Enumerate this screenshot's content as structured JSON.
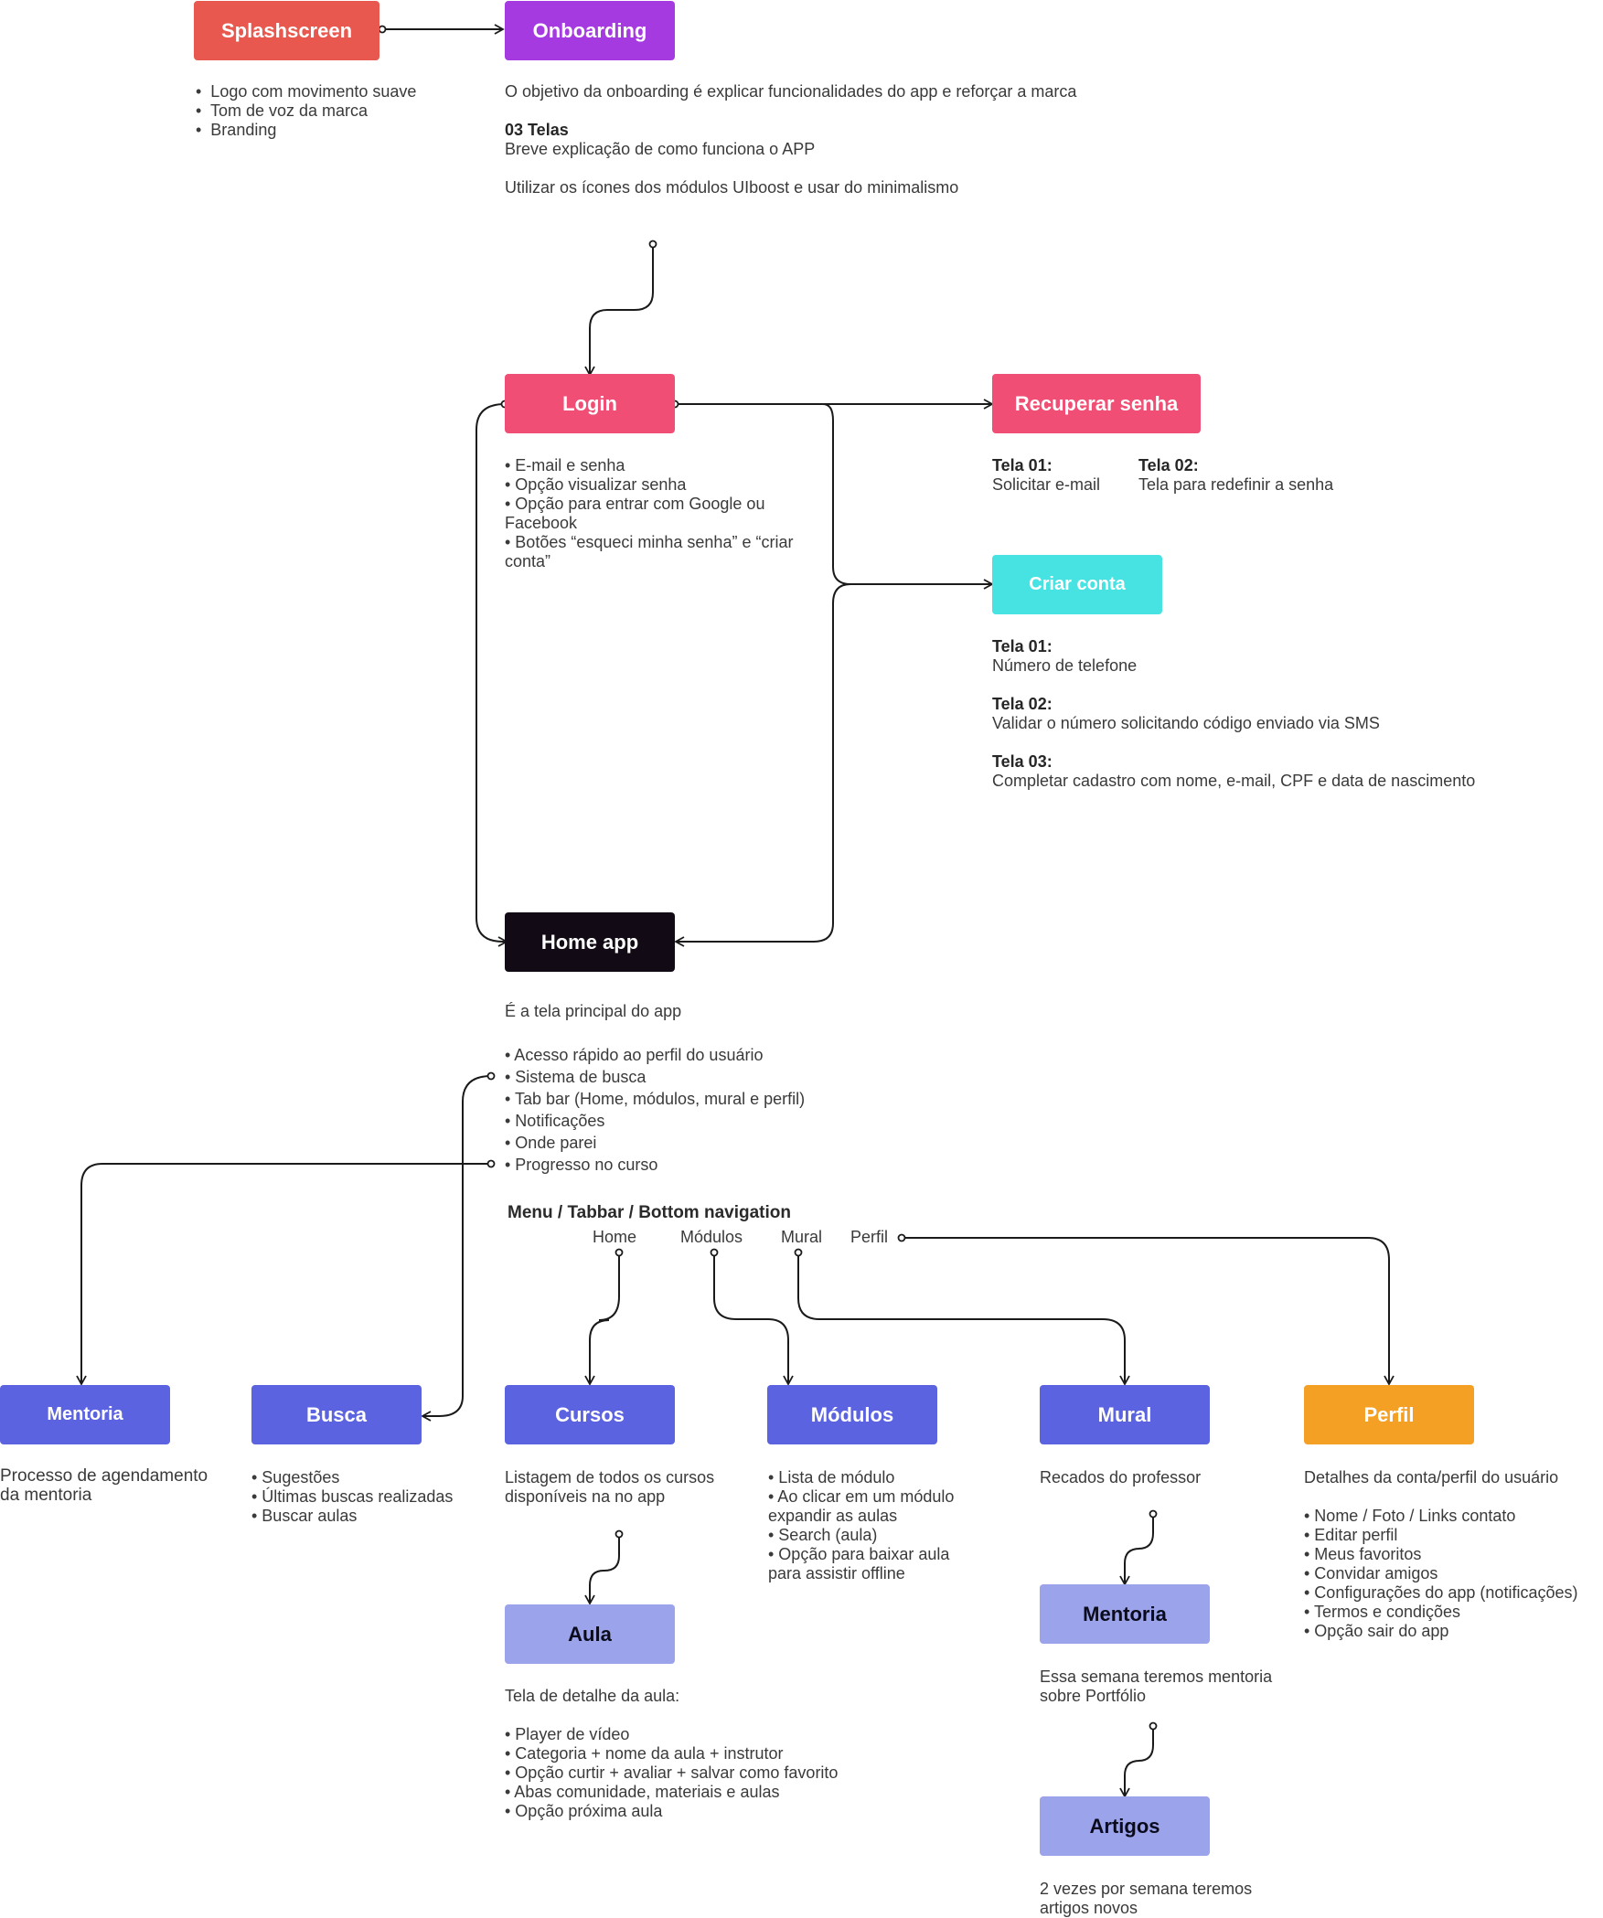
{
  "colors": {
    "splash": "#e8584e",
    "onboarding": "#a43ae0",
    "login": "#f04e74",
    "recover": "#f04e74",
    "criar": "#47e3e2",
    "home": "#120a14",
    "blue": "#5c63e0",
    "lightblue": "#9ba3ea",
    "orange": "#f4a024",
    "line": "#1a1a1a"
  },
  "nodes": {
    "splash": "Splashscreen",
    "onboarding": "Onboarding",
    "login": "Login",
    "recover": "Recuperar senha",
    "criar": "Criar conta",
    "home": "Home app",
    "mentoria": "Mentoria",
    "busca": "Busca",
    "cursos": "Cursos",
    "modulos": "Módulos",
    "mural": "Mural",
    "perfil": "Perfil",
    "aula": "Aula",
    "mentoria2": "Mentoria",
    "artigos": "Artigos"
  },
  "notes": {
    "splash": [
      "•  Logo com movimento suave",
      "•  Tom de voz da marca",
      "•  Branding"
    ],
    "onboarding": {
      "intro": "O objetivo da onboarding é explicar funcionalidades do app e reforçar a marca",
      "telas_title": "03 Telas",
      "telas_desc": "Breve explicação de como funciona o APP",
      "icons": "Utilizar os ícones dos módulos UIboost e usar do minimalismo"
    },
    "login": [
      "• E-mail e senha",
      "• Opção visualizar senha",
      "• Opção para entrar com Google ou",
      "Facebook",
      "• Botões “esqueci minha senha” e “criar",
      "conta”"
    ],
    "recover": {
      "t1_title": "Tela 01:",
      "t1_desc": "Solicitar e-mail",
      "t2_title": "Tela 02:",
      "t2_desc": "Tela para redefinir a senha"
    },
    "criar": {
      "t1_title": "Tela 01:",
      "t1_desc": "Número de telefone",
      "t2_title": "Tela 02:",
      "t2_desc": "Validar o número solicitando código enviado via SMS",
      "t3_title": "Tela 03:",
      "t3_desc": "Completar cadastro com nome, e-mail, CPF e data de nascimento"
    },
    "home": {
      "intro": "É a tela principal do app",
      "items": [
        "• Acesso rápido ao perfil do usuário",
        "• Sistema de busca",
        "• Tab bar (Home, módulos, mural e perfil)",
        "• Notificações",
        "• Onde parei",
        "• Progresso no curso"
      ]
    },
    "menu": {
      "title": "Menu / Tabbar / Bottom navigation",
      "tabs": [
        "Home",
        "Módulos",
        "Mural",
        "Perfil"
      ]
    },
    "mentoria": [
      "Processo de agendamento",
      "da mentoria"
    ],
    "busca": [
      "• Sugestões",
      "• Últimas buscas realizadas",
      "• Buscar aulas"
    ],
    "cursos": [
      "Listagem de todos os cursos",
      "disponíveis na no app"
    ],
    "modulos": [
      "• Lista de módulo",
      "• Ao clicar em um módulo",
      "expandir as aulas",
      "• Search (aula)",
      "• Opção para baixar aula",
      "para assistir offline"
    ],
    "mural": "Recados do professor",
    "perfil": {
      "intro": "Detalhes da conta/perfil do usuário",
      "items": [
        "• Nome / Foto / Links contato",
        "• Editar perfil",
        "• Meus favoritos",
        "• Convidar amigos",
        "• Configurações do app (notificações)",
        "• Termos e condições",
        "• Opção sair do app"
      ]
    },
    "aula": {
      "intro": "Tela de detalhe da aula:",
      "items": [
        "• Player de vídeo",
        "• Categoria + nome da aula + instrutor",
        "• Opção curtir + avaliar + salvar como favorito",
        "• Abas comunidade, materiais e aulas",
        "• Opção próxima aula"
      ]
    },
    "mentoria2": [
      "Essa semana teremos mentoria",
      "sobre Portfólio"
    ],
    "artigos": [
      "2 vezes por semana teremos",
      "artigos novos"
    ]
  }
}
